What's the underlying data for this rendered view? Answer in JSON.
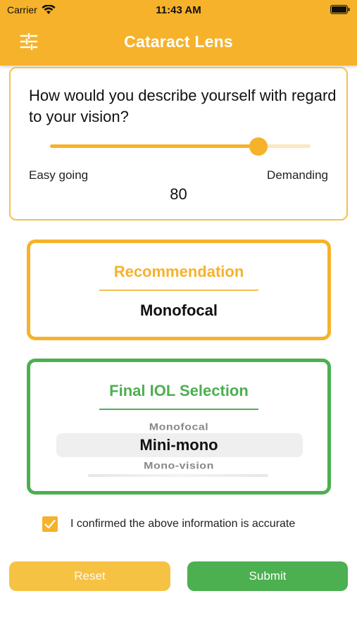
{
  "status_bar": {
    "carrier": "Carrier",
    "time": "11:43 AM"
  },
  "header": {
    "title": "Cataract Lens",
    "left_icon": "filter-sliders-icon"
  },
  "question": {
    "text": "How would you describe yourself with regard to your vision?",
    "slider": {
      "min_label": "Easy going",
      "max_label": "Demanding",
      "value": "80",
      "min": 0,
      "max": 100
    }
  },
  "recommendation": {
    "title": "Recommendation",
    "value": "Monofocal"
  },
  "final_selection": {
    "title": "Final IOL Selection",
    "option_above": "Monofocal",
    "selected": "Mini-mono",
    "option_below": "Mono-vision"
  },
  "confirmation": {
    "checked": true,
    "label": "I confirmed the above information is accurate"
  },
  "buttons": {
    "reset": "Reset",
    "submit": "Submit"
  },
  "colors": {
    "primary": "#f6b22b",
    "success": "#4caf50"
  }
}
